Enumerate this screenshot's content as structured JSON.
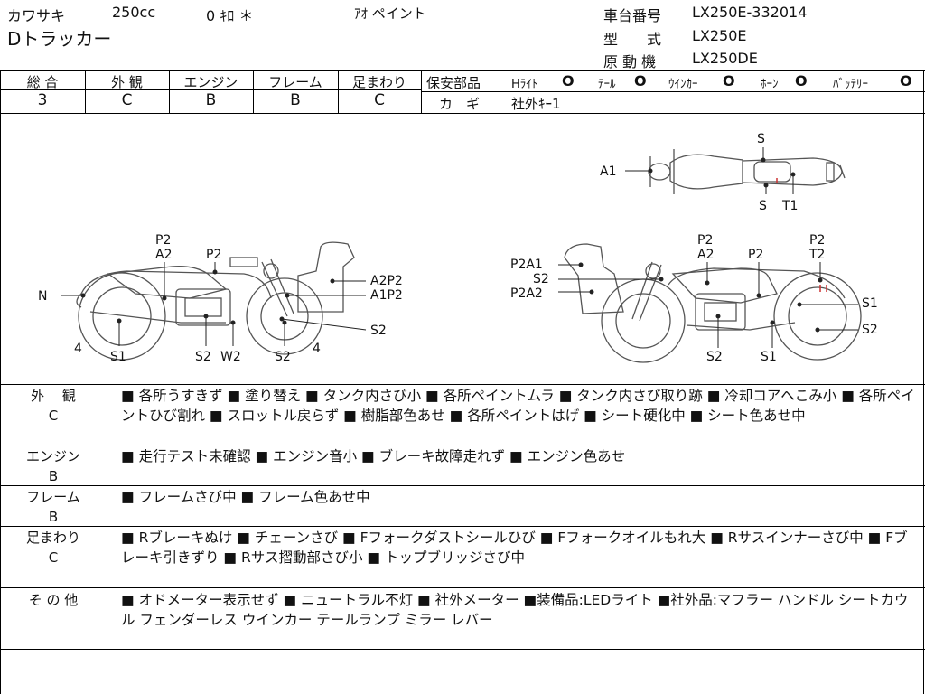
{
  "header": {
    "maker": "カワサキ",
    "cc": "250cc",
    "mileage": "0 ｷﾛ ＊",
    "color": "ｱｵ ペイント",
    "model_name": "Dトラッカー",
    "chassis_label": "車台番号",
    "chassis_value": "LX250E-332014",
    "type_label": "型　　式",
    "type_value": "LX250E",
    "engine_label": "原 動 機",
    "engine_value": "LX250DE"
  },
  "grades": {
    "overall": {
      "label": "総 合",
      "value": "3"
    },
    "exterior": {
      "label": "外 観",
      "value": "C"
    },
    "engine": {
      "label": "エンジン",
      "value": "B"
    },
    "frame": {
      "label": "フレーム",
      "value": "B"
    },
    "suspension": {
      "label": "足まわり",
      "value": "C"
    }
  },
  "safety": {
    "label": "保安部品",
    "items": [
      {
        "name": "Hﾗｲﾄ",
        "mark": "O"
      },
      {
        "name": "ﾃｰﾙ",
        "mark": "O"
      },
      {
        "name": "ｳｲﾝｶｰ",
        "mark": "O"
      },
      {
        "name": "ﾎｰﾝ",
        "mark": "O"
      },
      {
        "name": "ﾊﾞｯﾃﾘｰ",
        "mark": "O"
      }
    ],
    "key_label": "カ　ギ",
    "key_value": "社外ｷｰ1"
  },
  "diagram": {
    "top": [
      "S",
      "A1",
      "S",
      "T1"
    ],
    "left": [
      "P2",
      "A2",
      "P2",
      "N",
      "A2P2",
      "A1P2",
      "S2",
      "4",
      "S1",
      "S2",
      "W2",
      "S2",
      "4"
    ],
    "right": [
      "P2",
      "A2",
      "P2",
      "P2",
      "T2",
      "P2A1",
      "S2",
      "P2A2",
      "S1",
      "S2",
      "S2",
      "S1"
    ]
  },
  "details": [
    {
      "category": "外　 観",
      "grade": "C",
      "text": "■ 各所うすきず ■ 塗り替え ■ タンク内さび小 ■ 各所ペイントムラ ■ タンク内さび取り跡 ■ 冷却コアへこみ小 ■ 各所ペイントひび割れ ■ スロットル戻らず ■ 樹脂部色あせ ■ 各所ペイントはげ ■ シート硬化中 ■ シート色あせ中"
    },
    {
      "category": "エンジン",
      "grade": "B",
      "text": "■ 走行テスト未確認 ■ エンジン音小 ■ ブレーキ故障走れず ■ エンジン色あせ"
    },
    {
      "category": "フレーム",
      "grade": "B",
      "text": "■ フレームさび中 ■ フレーム色あせ中"
    },
    {
      "category": "足まわり",
      "grade": "C",
      "text": "■ Rブレーキぬけ ■ チェーンさび ■ Fフォークダストシールひび ■ Fフォークオイルもれ大 ■ Rサスインナーさび中 ■ Fブレーキ引きずり ■ Rサス摺動部さび小 ■ トップブリッジさび中"
    },
    {
      "category": "そ の 他",
      "grade": "",
      "text": "■ オドメーター表示せず ■ ニュートラル不灯 ■ 社外メーター ■装備品:LEDライト ■社外品:マフラー ハンドル シートカウル フェンダーレス ウインカー テールランプ ミラー レバー"
    }
  ]
}
